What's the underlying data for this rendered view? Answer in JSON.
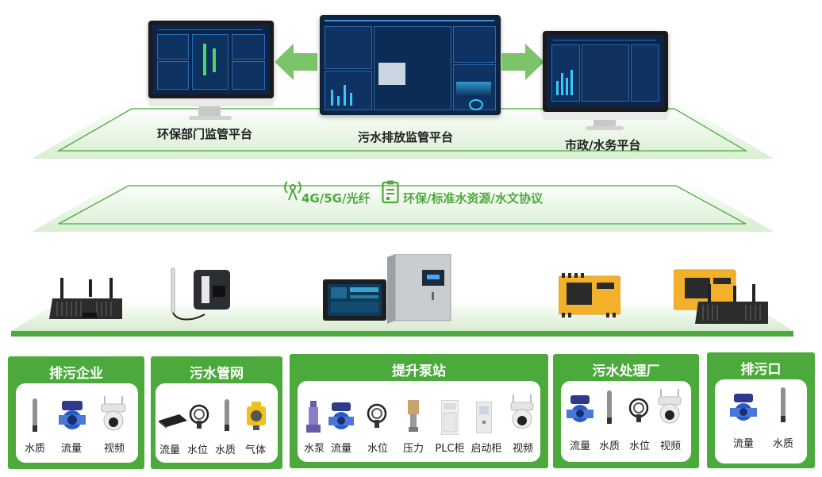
{
  "platforms": {
    "left_label": "环保部门监管平台",
    "center_label": "污水排放监管平台",
    "right_label": "市政/水务平台"
  },
  "network": {
    "transport_label": "4G/5G/光纤",
    "protocol_label": "环保/标准水资源/水文协议"
  },
  "categories": [
    {
      "title": "排污企业",
      "items": [
        "水质",
        "流量",
        "视频"
      ]
    },
    {
      "title": "污水管网",
      "items": [
        "流量",
        "水位",
        "水质",
        "气体"
      ]
    },
    {
      "title": "提升泵站",
      "items": [
        "水泵",
        "流量",
        "水位",
        "压力",
        "PLC柜",
        "启动柜",
        "视频"
      ]
    },
    {
      "title": "污水处理厂",
      "items": [
        "流量",
        "水质",
        "水位",
        "视频"
      ]
    },
    {
      "title": "排污口",
      "items": [
        "流量",
        "水质"
      ]
    }
  ],
  "colors": {
    "accent_green": "#4caa3c",
    "platform_green": "#d9efd3",
    "screen_blue": "#0b2448"
  }
}
